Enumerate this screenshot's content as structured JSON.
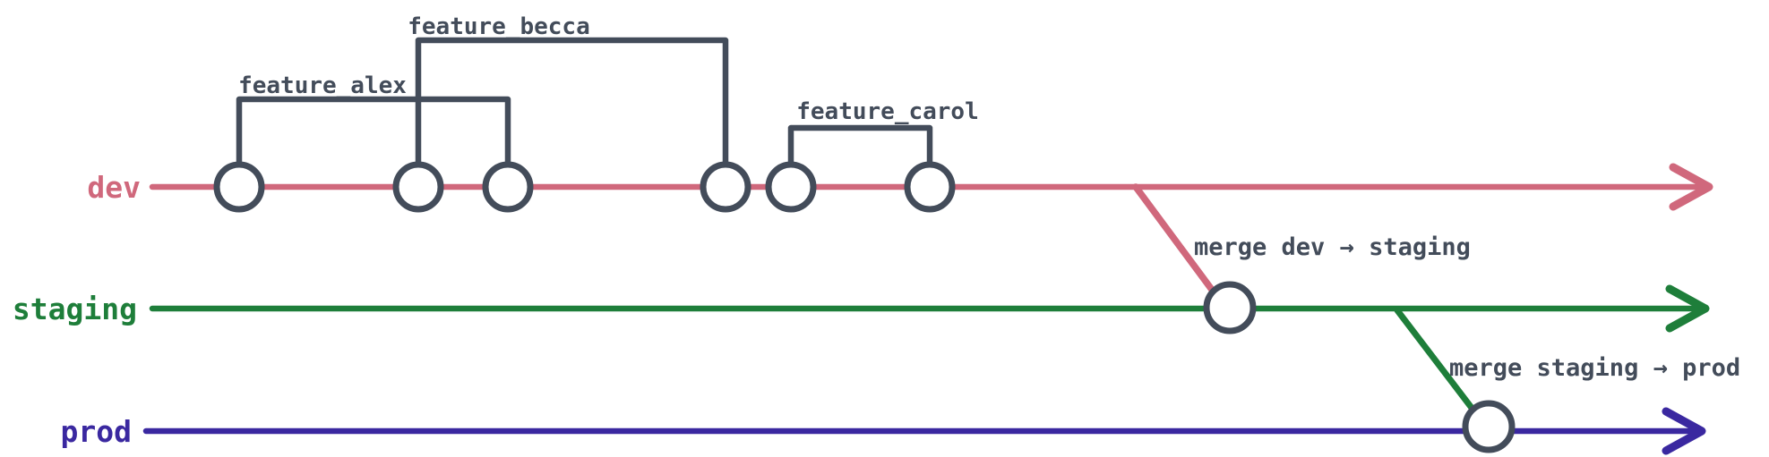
{
  "diagram": {
    "kind": "git-branch-flow",
    "colors": {
      "dev": "#d0687c",
      "staging": "#1e7e3a",
      "prod": "#3a28a0",
      "ink": "#434c5a",
      "commit_fill": "#ffffff"
    },
    "branches": {
      "dev": {
        "label": "dev"
      },
      "staging": {
        "label": "staging"
      },
      "prod": {
        "label": "prod"
      }
    },
    "features": {
      "alex": {
        "label": "feature_alex",
        "commit_span": 2
      },
      "becca": {
        "label": "feature_becca",
        "commit_span": 2
      },
      "carol": {
        "label": "feature_carol",
        "commit_span": 2
      }
    },
    "merges": {
      "dev_to_staging": {
        "label": "merge dev → staging"
      },
      "staging_to_prod": {
        "label": "merge staging → prod"
      }
    },
    "commits": {
      "dev_count": 6,
      "staging_merge_count": 1,
      "prod_merge_count": 1
    }
  }
}
